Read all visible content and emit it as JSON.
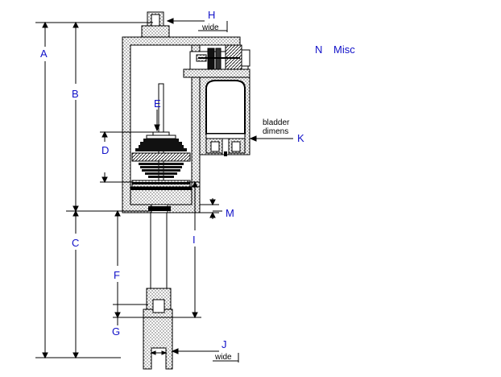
{
  "diagram": {
    "labels": {
      "A": "A",
      "B": "B",
      "C": "C",
      "D": "D",
      "E": "E",
      "F": "F",
      "G": "G",
      "H": "H",
      "I": "I",
      "J": "J",
      "K": "K",
      "M": "M",
      "N": "N"
    },
    "misc": "Misc",
    "h_note": "wide",
    "j_note": "wide",
    "k_note_line1": "bladder",
    "k_note_line2": "dimens"
  },
  "colors": {
    "label": "#1010c8",
    "line": "#000000",
    "stipple": "#d0d0d0",
    "body_fill": "#ffffff"
  }
}
